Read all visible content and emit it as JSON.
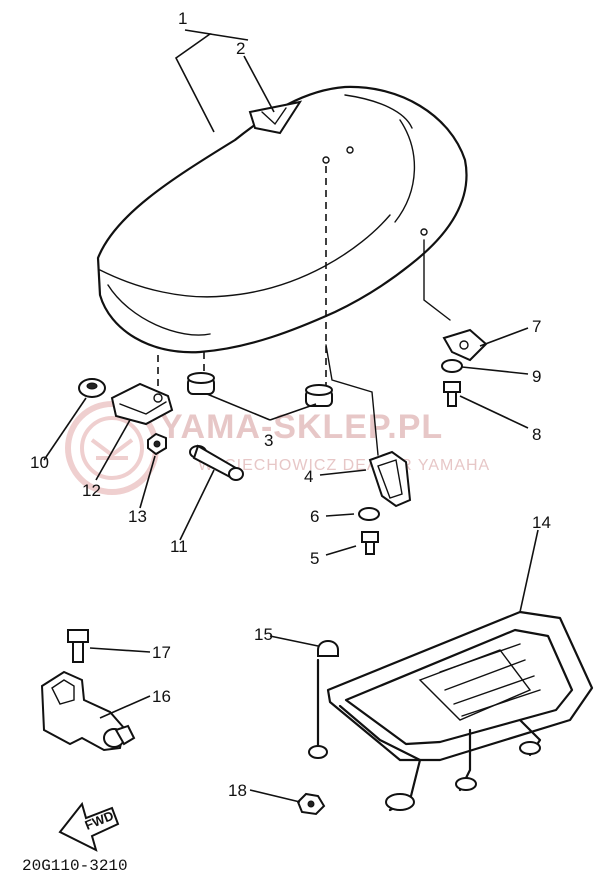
{
  "watermark": {
    "brand": "YAMA-SKLEP.PL",
    "subtitle": "W. CIECHOWICZ DEALER YAMAHA"
  },
  "diagram_code": "20G110-3210",
  "direction_label": "FWD",
  "callouts": {
    "c1": "1",
    "c2": "2",
    "c3": "3",
    "c4": "4",
    "c5": "5",
    "c6": "6",
    "c7": "7",
    "c8": "8",
    "c9": "9",
    "c10": "10",
    "c11": "11",
    "c12": "12",
    "c13": "13",
    "c14": "14",
    "c15": "15",
    "c16": "16",
    "c17": "17",
    "c18": "18"
  }
}
